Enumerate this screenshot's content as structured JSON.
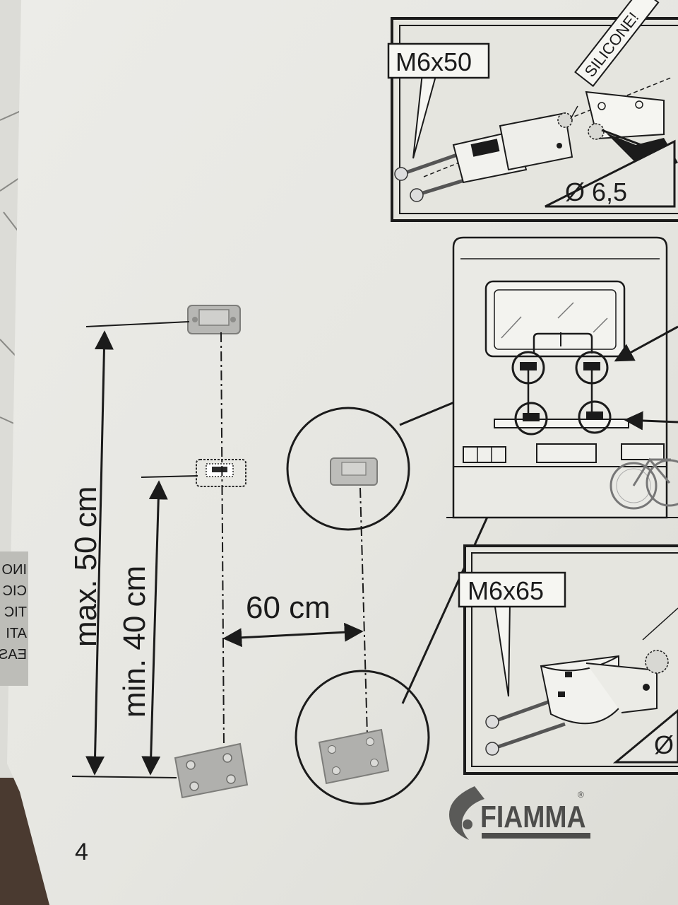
{
  "page": {
    "page_number": "4",
    "brand": "FIAMMA",
    "registered_mark": "®"
  },
  "dimensions": {
    "max": "max. 50 cm",
    "min": "min. 40 cm",
    "spacing": "60 cm"
  },
  "inset_top": {
    "screw_label": "M6x50",
    "sealant_label": "SILICONE!",
    "drill_label": "Ø 6,5"
  },
  "inset_bottom": {
    "screw_label": "M6x65",
    "drill_label": "Ø"
  },
  "margin_strip": {
    "lines": [
      "INO",
      "CIC",
      "TIC",
      "ATI",
      "EAS"
    ]
  },
  "colors": {
    "paper": "#e9e9e4",
    "ink": "#1b1b1b",
    "bracket": "#a9a9a6",
    "table": "#4a3a30"
  }
}
